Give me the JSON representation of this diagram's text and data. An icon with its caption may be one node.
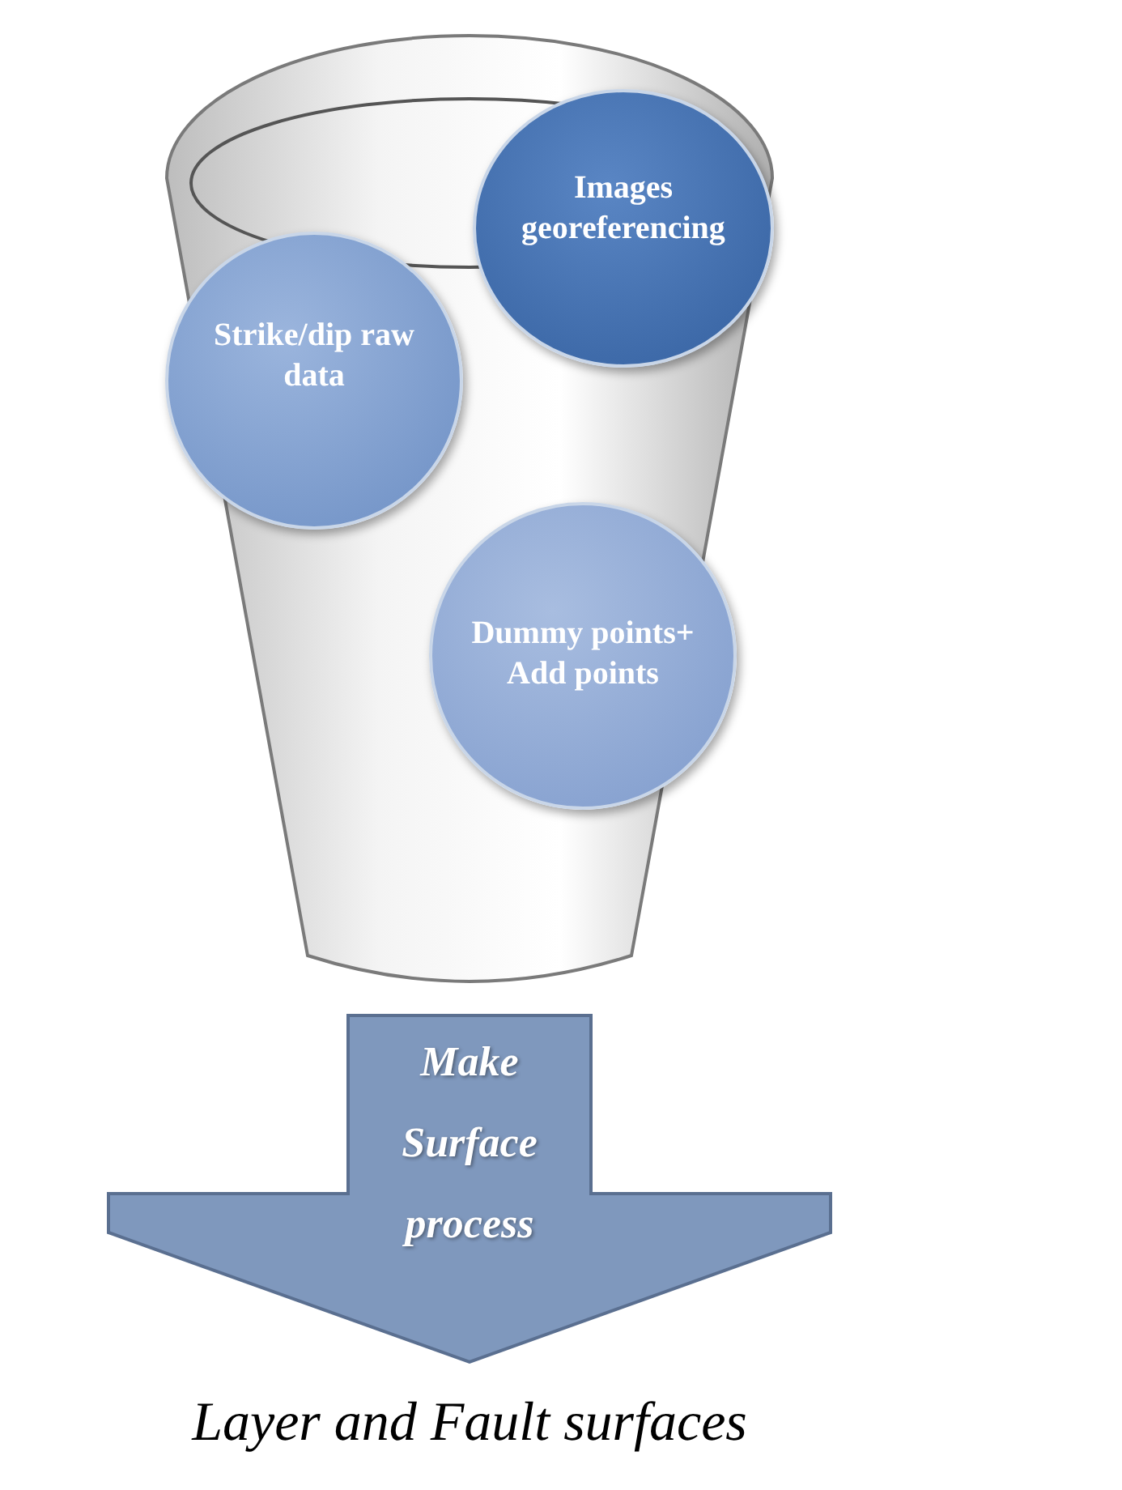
{
  "diagram": {
    "nodes": [
      {
        "text": [],
        "shape": "funnel"
      },
      {
        "text": [
          "Strike/dip raw data"
        ],
        "in": 0
      },
      {
        "text": [
          "Images georeferencing"
        ],
        "in": 0
      },
      {
        "text": [
          "Dummy points+ Add points"
        ],
        "in": 0
      },
      {
        "text": [
          "Make Surface process"
        ]
      }
    ],
    "labels": [
      "Layer and Fault surfaces"
    ]
  }
}
